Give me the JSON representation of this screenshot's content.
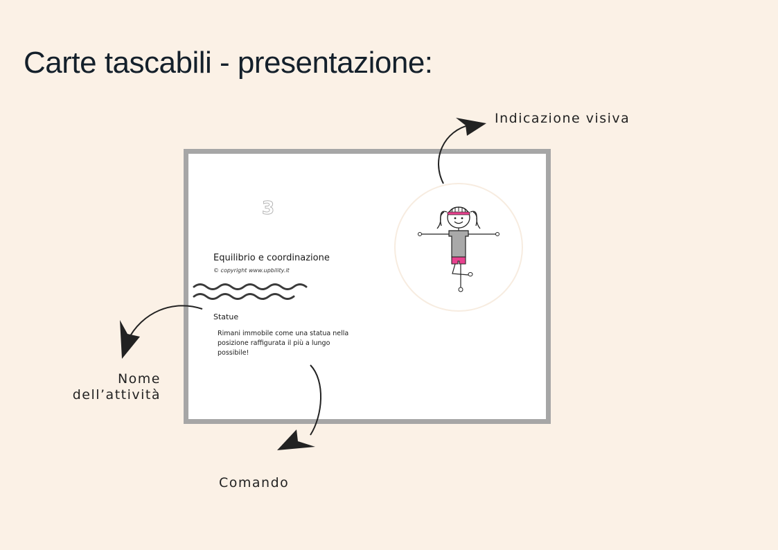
{
  "slide": {
    "title": "Carte tascabili - presentazione:"
  },
  "card": {
    "number": "3",
    "category": "Equilibrio e coordinazione",
    "copyright": "© copyright www.upbility.it",
    "activity_name": "Statue",
    "command": "Rimani immobile come una statua nella posizione raffigurata il più a lungo possibile!"
  },
  "annotations": {
    "visual": "Indicazione visiva",
    "name_line1": "Nome",
    "name_line2": "dell’attività",
    "command": "Comando"
  },
  "colors": {
    "background": "#fbf1e6",
    "card_border": "#a6a6a6",
    "headband": "#e8428f",
    "title": "#14202b"
  }
}
